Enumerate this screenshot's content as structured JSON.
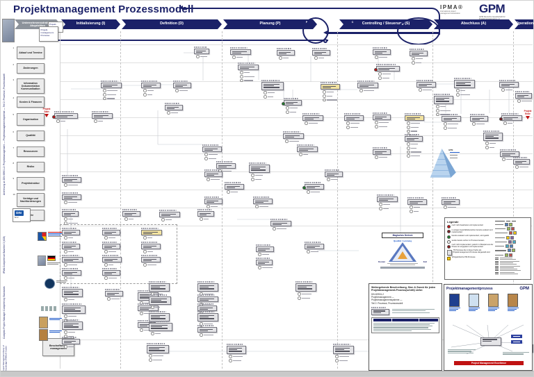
{
  "title": "Projektmanagement Prozessmodell",
  "logos": {
    "ipma_name": "IPMA®",
    "ipma_caption": "international project management association",
    "gpm_name": "GPM",
    "gpm_caption": "GPM Deutsche Gesellschaft für Projektmanagement e. V."
  },
  "phases": [
    {
      "label": "Unternehmensstrategie Akquisition"
    },
    {
      "label": "Initialisierung (I)"
    },
    {
      "label": "Definition (D)"
    },
    {
      "label": "Planung (P)"
    },
    {
      "label": "Controlling / Steuerung (S)"
    },
    {
      "label": "Abschluss (A)"
    },
    {
      "label": "Operation"
    }
  ],
  "cycle_letters": [
    "P",
    "C",
    "A"
  ],
  "sidebar": {
    "header_back": "Projekt­prozesse",
    "header_front": "Projekt­management-Prozesse",
    "items": [
      {
        "num": "1",
        "label": "Ablauf und Termine"
      },
      {
        "num": "2",
        "label": "Änderungen"
      },
      {
        "num": "3",
        "label": "Information Dokumentation Kommunikation"
      },
      {
        "num": "4",
        "label": "Kosten & Finanzen"
      },
      {
        "num": "5",
        "label": "Organisation"
      },
      {
        "num": "6",
        "label": "Qualität"
      },
      {
        "num": "7",
        "label": "Ressourcen"
      },
      {
        "num": "8",
        "label": "Risiko"
      },
      {
        "num": "9",
        "label": "Projektstruktur"
      },
      {
        "num": "10",
        "label": "Verträge und Nachforderungen"
      },
      {
        "num": "11",
        "label": "Ziele"
      }
    ],
    "procurement": {
      "num": "12",
      "label": "Beschaffungs­management"
    }
  },
  "markers": {
    "start": "Projekt Start",
    "end": "Projekt Ende"
  },
  "din": {
    "name": "DIN",
    "caption": "Teil 2"
  },
  "standards": [
    "Anlehnung an DIN 69901-2: Projektmanagement — Projektmanagementsysteme — Teil 2: Prozesse, Prozessmodell",
    "IPMA Competence Baseline 3 (ICB)",
    "Complex Project Manager Competency Standards",
    "Project Management Body of Knowledge (PMBoK Guide)"
  ],
  "legend": {
    "title": "Legende",
    "items": [
      {
        "color": "#c11313",
        "text": "noch nicht bearbeitet und implementiert"
      },
      {
        "color": "#7a1f24",
        "text": "in einigen Geschäftsbereichen bereits evaluiert und implementiert"
      },
      {
        "color": "#1e7e2a",
        "text": "bereits evaluiert und implementiert, wird gelebt"
      },
      {
        "color": "#ffffff",
        "text": "wurde bereits vorher im Prozess beraten"
      },
      {
        "color": "#8b1a1a",
        "text": "noch nicht implementiert, jedoch im Beispiel aus der Praxis mit eingeplant und implementiert"
      }
    ],
    "note": "78 Prozesse die in dieser Farbe als Projektmanagement-Prozesse dargestellt sind",
    "highlight": "erfolgskritische PM-Prozesse",
    "highlight_color": "#f2c70c",
    "chips": [
      "#4f81bd",
      "#9bbb59",
      "#c0504d",
      "#f2c70c",
      "#8064a2",
      "#4bacc6"
    ]
  },
  "triangle": {
    "header": "Magisches Dreieck",
    "top": "Qualität / Leistung",
    "left": "Kosten",
    "right": "Zeit"
  },
  "pyramid_label": "GPM",
  "info_box": {
    "title": "Weitergehende Beschreibung, Sinn & Zweck für jeden Projektmanagement-Prozess(schritt) siehe:",
    "ref_lines": [
      "DIN 69901-2",
      "Projektmanagement —",
      "Projektmanagementsysteme —",
      "Teil 2: Prozesse, Prozessmodell"
    ]
  },
  "pm_panel": {
    "title": "Projektmanagementprozess",
    "gpm": "GPM",
    "banner": "Project Management Excellence",
    "book_colors": [
      "#1f3f8f",
      "#cfe0f0",
      "#caa36a",
      "#b8864a"
    ]
  },
  "diagram": {
    "dot_colors": {
      "1": "#c11313",
      "2": "#7a1f24",
      "3": "#1e7e2a"
    },
    "cards": [
      [
        278,
        66,
        22,
        1,
        ""
      ],
      [
        330,
        67,
        30,
        1,
        ""
      ],
      [
        397,
        68,
        26,
        1,
        ""
      ],
      [
        448,
        68,
        26,
        1,
        ""
      ],
      [
        535,
        67,
        26,
        1,
        ""
      ],
      [
        588,
        69,
        26,
        2,
        ""
      ],
      [
        341,
        89,
        30,
        3,
        ""
      ],
      [
        540,
        91,
        34,
        2,
        "d1"
      ],
      [
        144,
        115,
        30,
        3,
        ""
      ],
      [
        202,
        115,
        28,
        2,
        ""
      ],
      [
        248,
        115,
        26,
        1,
        ""
      ],
      [
        375,
        114,
        32,
        2,
        "t"
      ],
      [
        460,
        117,
        28,
        3,
        "y"
      ],
      [
        513,
        115,
        30,
        1,
        ""
      ],
      [
        598,
        114,
        28,
        1,
        ""
      ],
      [
        652,
        111,
        30,
        2,
        "t"
      ],
      [
        717,
        114,
        28,
        1,
        ""
      ],
      [
        740,
        130,
        24,
        1,
        ""
      ],
      [
        236,
        147,
        26,
        1,
        ""
      ],
      [
        407,
        140,
        26,
        2,
        "d3"
      ],
      [
        623,
        134,
        28,
        3,
        "t"
      ],
      [
        77,
        159,
        34,
        1,
        "d1"
      ],
      [
        131,
        159,
        30,
        1,
        ""
      ],
      [
        434,
        162,
        30,
        1,
        ""
      ],
      [
        494,
        162,
        28,
        2,
        ""
      ],
      [
        535,
        161,
        26,
        2,
        ""
      ],
      [
        581,
        162,
        28,
        4,
        "y"
      ],
      [
        634,
        163,
        28,
        2,
        ""
      ],
      [
        675,
        163,
        26,
        1,
        ""
      ],
      [
        720,
        162,
        30,
        1,
        "d2"
      ],
      [
        406,
        188,
        30,
        1,
        ""
      ],
      [
        581,
        192,
        26,
        4,
        ""
      ],
      [
        694,
        187,
        28,
        2,
        "t"
      ],
      [
        290,
        207,
        28,
        2,
        ""
      ],
      [
        426,
        207,
        30,
        1,
        ""
      ],
      [
        535,
        211,
        26,
        1,
        ""
      ],
      [
        718,
        214,
        28,
        1,
        ""
      ],
      [
        310,
        231,
        28,
        1,
        ""
      ],
      [
        357,
        233,
        30,
        2,
        "t"
      ],
      [
        293,
        243,
        26,
        1,
        ""
      ],
      [
        466,
        243,
        26,
        1,
        ""
      ],
      [
        88,
        251,
        28,
        1,
        ""
      ],
      [
        322,
        261,
        28,
        1,
        ""
      ],
      [
        437,
        261,
        28,
        1,
        "d3"
      ],
      [
        88,
        276,
        28,
        1,
        ""
      ],
      [
        293,
        282,
        26,
        1,
        ""
      ],
      [
        363,
        282,
        28,
        1,
        ""
      ],
      [
        541,
        279,
        30,
        2,
        ""
      ],
      [
        585,
        283,
        28,
        2,
        ""
      ],
      [
        634,
        283,
        26,
        1,
        ""
      ],
      [
        88,
        300,
        24,
        2,
        ""
      ],
      [
        175,
        300,
        26,
        1,
        ""
      ],
      [
        228,
        301,
        30,
        1,
        ""
      ],
      [
        283,
        300,
        24,
        1,
        ""
      ],
      [
        388,
        314,
        30,
        1,
        ""
      ],
      [
        88,
        327,
        26,
        1,
        ""
      ],
      [
        146,
        327,
        26,
        1,
        ""
      ],
      [
        202,
        327,
        30,
        1,
        "y"
      ],
      [
        88,
        347,
        26,
        1,
        ""
      ],
      [
        146,
        347,
        26,
        1,
        ""
      ],
      [
        202,
        347,
        28,
        1,
        ""
      ],
      [
        88,
        366,
        30,
        1,
        ""
      ],
      [
        146,
        366,
        28,
        1,
        ""
      ],
      [
        202,
        366,
        28,
        1,
        ""
      ],
      [
        88,
        385,
        28,
        1,
        ""
      ],
      [
        146,
        385,
        26,
        1,
        ""
      ],
      [
        367,
        351,
        26,
        1,
        ""
      ],
      [
        437,
        347,
        28,
        1,
        ""
      ],
      [
        367,
        370,
        24,
        1,
        ""
      ],
      [
        88,
        412,
        30,
        1,
        "t"
      ],
      [
        150,
        415,
        26,
        1,
        ""
      ],
      [
        197,
        417,
        30,
        2,
        "t"
      ],
      [
        88,
        436,
        34,
        2,
        "t"
      ],
      [
        197,
        436,
        30,
        1,
        ""
      ],
      [
        88,
        459,
        30,
        2,
        "t"
      ],
      [
        197,
        460,
        26,
        1,
        ""
      ],
      [
        88,
        484,
        26,
        1,
        ""
      ],
      [
        213,
        404,
        30,
        1,
        "t"
      ],
      [
        283,
        404,
        30,
        1,
        "t"
      ],
      [
        424,
        404,
        30,
        2,
        "t"
      ],
      [
        213,
        423,
        32,
        1,
        "t"
      ],
      [
        283,
        423,
        30,
        1,
        ""
      ],
      [
        283,
        436,
        28,
        1,
        ""
      ],
      [
        213,
        447,
        30,
        1,
        "t"
      ],
      [
        283,
        447,
        30,
        2,
        "t"
      ],
      [
        213,
        461,
        34,
        1,
        "t"
      ],
      [
        283,
        467,
        28,
        1,
        ""
      ],
      [
        210,
        493,
        32,
        2,
        "t"
      ],
      [
        325,
        494,
        28,
        2,
        "t"
      ],
      [
        478,
        494,
        30,
        2,
        "t"
      ],
      [
        740,
        492,
        26,
        2,
        "t"
      ],
      [
        737,
        225,
        24,
        1,
        ""
      ]
    ]
  }
}
